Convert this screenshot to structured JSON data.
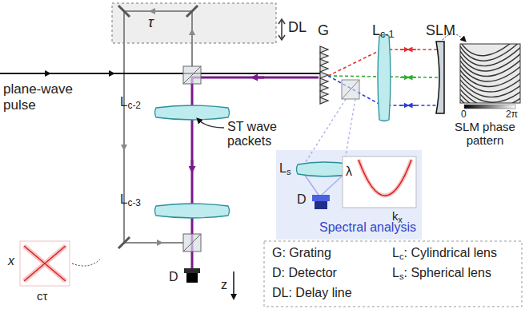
{
  "diagram": {
    "nodes": [
      {
        "text": [
          "τ",
          "DL"
        ]
      },
      {
        "text": [
          "Spectral analysis"
        ]
      },
      {
        "text": [
          "G: Grating",
          "Lc: Cylindrical lens",
          "D: Detector",
          "Ls: Spherical lens",
          "DL: Delay line"
        ]
      }
    ],
    "labels": [
      "G",
      "Lc-1",
      "SLM",
      "0",
      "2π",
      "SLM phase pattern",
      "plane-wave pulse",
      "Lc-2",
      "ST wave packets",
      "Ls",
      "D",
      "λ",
      "kx",
      "Lc-3",
      "x",
      "cτ",
      "D",
      "z"
    ]
  }
}
